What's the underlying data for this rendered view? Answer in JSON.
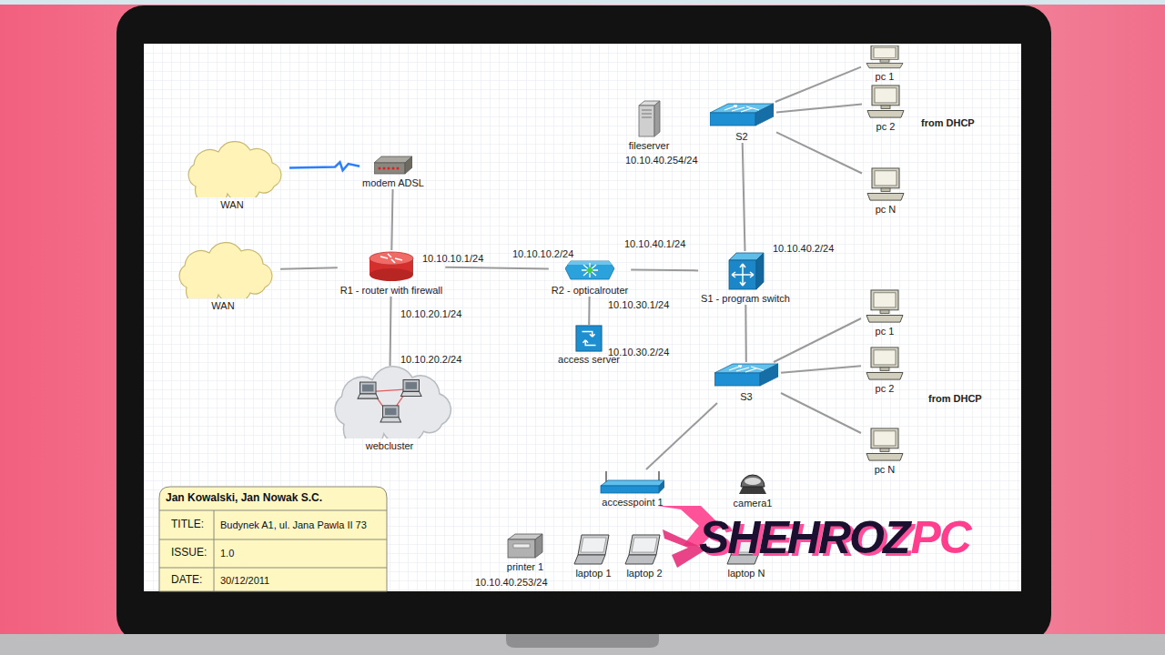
{
  "diagram": {
    "nodes": [
      {
        "text": [
          "WAN"
        ]
      },
      {
        "text": [
          "modem ADSL"
        ]
      },
      {
        "text": [
          "WAN"
        ]
      },
      {
        "text": [
          "R1 - router with firewall"
        ]
      },
      {
        "text": [
          "R2 - opticalrouter"
        ]
      },
      {
        "text": [
          "access server"
        ]
      },
      {
        "text": [
          "S1 - program switch"
        ]
      },
      {
        "text": [
          "fileserver"
        ]
      },
      {
        "text": [
          "S2"
        ]
      },
      {
        "text": [
          "pc 1"
        ]
      },
      {
        "text": [
          "pc 2"
        ]
      },
      {
        "text": [
          "pc N"
        ]
      },
      {
        "text": [
          "webcluster"
        ]
      },
      {
        "text": [
          "S3"
        ]
      },
      {
        "text": [
          "pc 1"
        ]
      },
      {
        "text": [
          "pc 2"
        ]
      },
      {
        "text": [
          "pc N"
        ]
      },
      {
        "text": [
          "accesspoint 1"
        ]
      },
      {
        "text": [
          "camera1"
        ]
      },
      {
        "text": [
          "printer 1"
        ]
      },
      {
        "text": [
          "laptop 1"
        ]
      },
      {
        "text": [
          "laptop 2"
        ]
      },
      {
        "text": [
          "laptop N"
        ]
      }
    ],
    "edges": [
      {
        "from": 1,
        "to": 0,
        "arrow": "none"
      },
      {
        "from": 1,
        "to": 3,
        "arrow": "none"
      },
      {
        "from": 2,
        "to": 3,
        "arrow": "none"
      },
      {
        "from": 3,
        "to": 4,
        "arrow": "none"
      },
      {
        "from": 3,
        "to": 12,
        "arrow": "none"
      },
      {
        "from": 4,
        "to": 5,
        "arrow": "none"
      },
      {
        "from": 4,
        "to": 6,
        "arrow": "none"
      },
      {
        "from": 6,
        "to": 8,
        "arrow": "none"
      },
      {
        "from": 8,
        "to": 9,
        "arrow": "none"
      },
      {
        "from": 8,
        "to": 10,
        "arrow": "none"
      },
      {
        "from": 8,
        "to": 11,
        "arrow": "none"
      },
      {
        "from": 6,
        "to": 13,
        "arrow": "none"
      },
      {
        "from": 13,
        "to": 14,
        "arrow": "none"
      },
      {
        "from": 13,
        "to": 15,
        "arrow": "none"
      },
      {
        "from": 13,
        "to": 16,
        "arrow": "none"
      },
      {
        "from": 13,
        "to": 17,
        "arrow": "none"
      }
    ],
    "labels": [
      "10.10.40.254/24",
      "10.10.40.1/24",
      "10.10.40.2/24",
      "10.10.10.2/24",
      "10.10.10.1/24",
      "10.10.20.1/24",
      "10.10.30.1/24",
      "10.10.30.2/24",
      "10.10.20.2/24",
      "10.10.40.253/24",
      "from DHCP",
      "from DHCP",
      "Jan Kowalski, Jan Nowak S.C.",
      "TITLE:",
      "Budynek A1, ul. Jana Pawla II 73",
      "ISSUE:",
      "1.0",
      "DATE:",
      "30/12/2011",
      "SHEHROZ",
      "PC"
    ]
  }
}
